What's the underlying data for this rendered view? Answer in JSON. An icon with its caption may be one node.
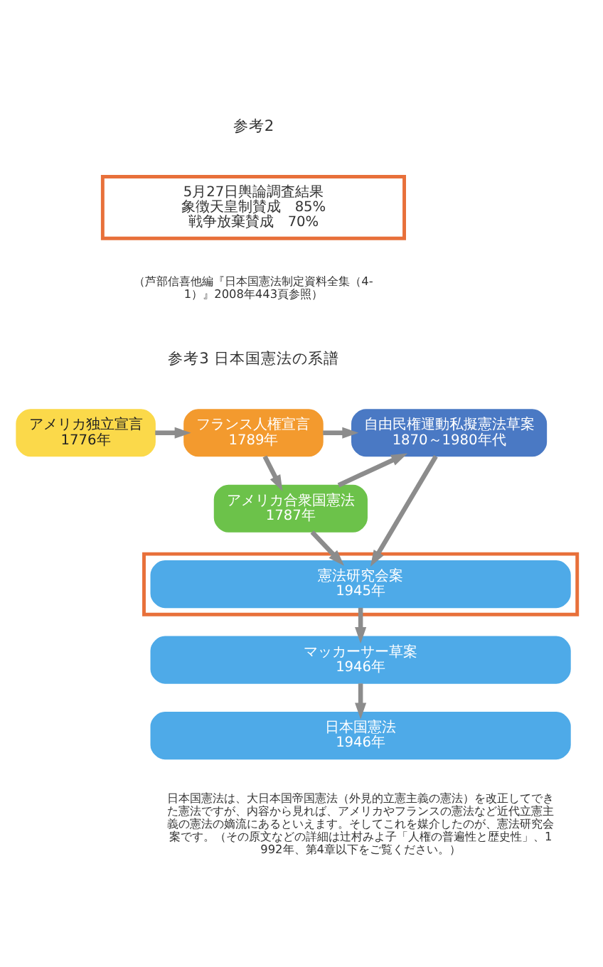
{
  "diagram": {
    "nodes": [
      {
        "text": [
          "5月27日輿論調査結果",
          "象徴天皇制賛成　85%",
          "戦争放棄賛成　70%"
        ]
      },
      {
        "text": [
          "アメリカ独立宣言",
          "1776年"
        ]
      },
      {
        "text": [
          "アメリカ合衆国憲法",
          "1787年"
        ]
      },
      {
        "text": [
          "フランス人権宣言",
          "1789年"
        ]
      },
      {
        "text": [
          "自由民権運動私擬憲法草案",
          "1870～1980年代"
        ]
      },
      {
        "text": [],
        "shape": "box"
      },
      {
        "text": [
          "憲法研究会案",
          "1945年"
        ],
        "in": 5
      },
      {
        "text": [
          "マッカーサー草案",
          "1946年"
        ]
      },
      {
        "text": [
          "日本国憲法",
          "1946年"
        ]
      }
    ],
    "edges": [
      {
        "from": 1,
        "to": 3,
        "arrow": "to"
      },
      {
        "from": 3,
        "to": 2,
        "arrow": "to"
      },
      {
        "from": 3,
        "to": 4,
        "arrow": "to"
      },
      {
        "from": 2,
        "to": 4,
        "arrow": "to"
      },
      {
        "from": 2,
        "to": 6,
        "arrow": "to"
      },
      {
        "from": 4,
        "to": 6,
        "arrow": "to"
      },
      {
        "from": 6,
        "to": 7,
        "arrow": "to"
      },
      {
        "from": 7,
        "to": 8,
        "arrow": "to"
      }
    ],
    "labels": [
      "参考2",
      "（芦部信喜他編『日本国憲法制定資料全集（4-1）』2008年443頁参照）",
      "参考3 日本国憲法の系譜",
      "日本国憲法は、大日本国帝国憲法（外見的立憲主義の憲法）を改正してできた憲法ですが、内容から見れば、アメリカやフランスの憲法など近代立憲主義の憲法の嫡流にあるといえます。そしてこれを媒介したのが、憲法研究会案です。（その原文などの詳細は辻村みよ子「人権の普遍性と歴史性」、1992年、第4章以下をご覧ください。）"
    ]
  }
}
